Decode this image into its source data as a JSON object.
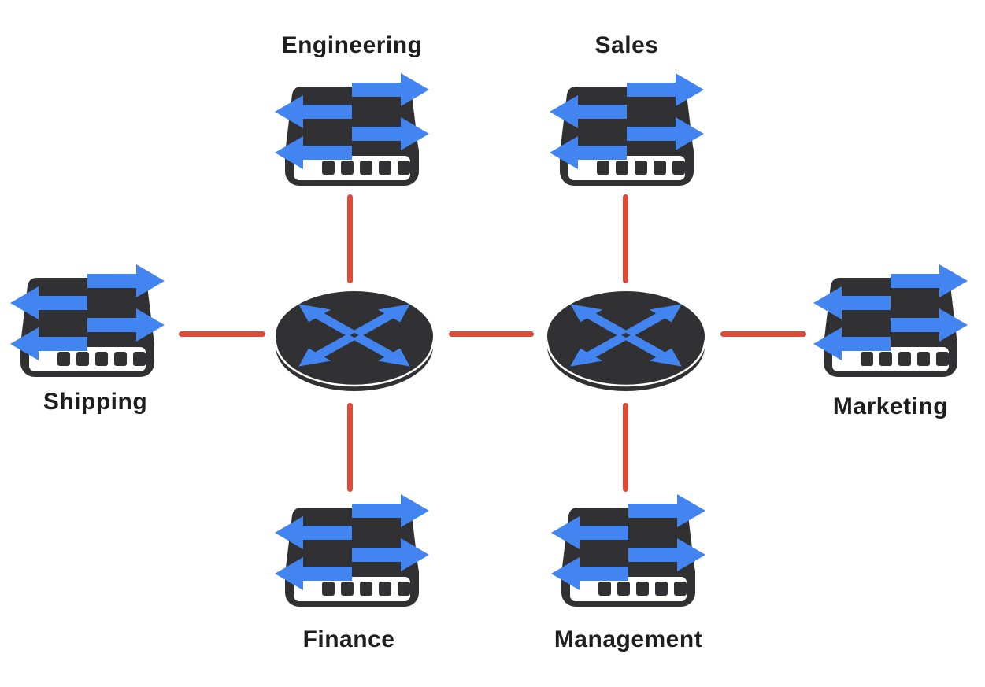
{
  "diagram": {
    "type": "network-topology",
    "background": "#FFFFFF",
    "colors": {
      "device_body": "#313133",
      "arrow_blue": "#4285F0",
      "link_red": "#DD4A38",
      "panel_white": "#FFFFFF",
      "label_text": "#1E1E1E",
      "background": "#FFFFFF"
    },
    "nodes": [
      {
        "id": "engineering",
        "type": "switch",
        "label": "Engineering",
        "label_position": "above"
      },
      {
        "id": "sales",
        "type": "switch",
        "label": "Sales",
        "label_position": "above"
      },
      {
        "id": "shipping",
        "type": "switch",
        "label": "Shipping",
        "label_position": "below"
      },
      {
        "id": "marketing",
        "type": "switch",
        "label": "Marketing",
        "label_position": "below"
      },
      {
        "id": "finance",
        "type": "switch",
        "label": "Finance",
        "label_position": "below"
      },
      {
        "id": "management",
        "type": "switch",
        "label": "Management",
        "label_position": "below"
      },
      {
        "id": "router-1",
        "type": "router",
        "label": ""
      },
      {
        "id": "router-2",
        "type": "router",
        "label": ""
      }
    ],
    "switch_icon": {
      "ports": 5,
      "arrows": "two-left-two-right"
    },
    "router_icon": {
      "arrows": "four-way-cross"
    },
    "links": [
      {
        "from": "engineering",
        "to": "router-1"
      },
      {
        "from": "shipping",
        "to": "router-1"
      },
      {
        "from": "finance",
        "to": "router-1"
      },
      {
        "from": "router-1",
        "to": "router-2"
      },
      {
        "from": "sales",
        "to": "router-2"
      },
      {
        "from": "marketing",
        "to": "router-2"
      },
      {
        "from": "management",
        "to": "router-2"
      }
    ]
  }
}
